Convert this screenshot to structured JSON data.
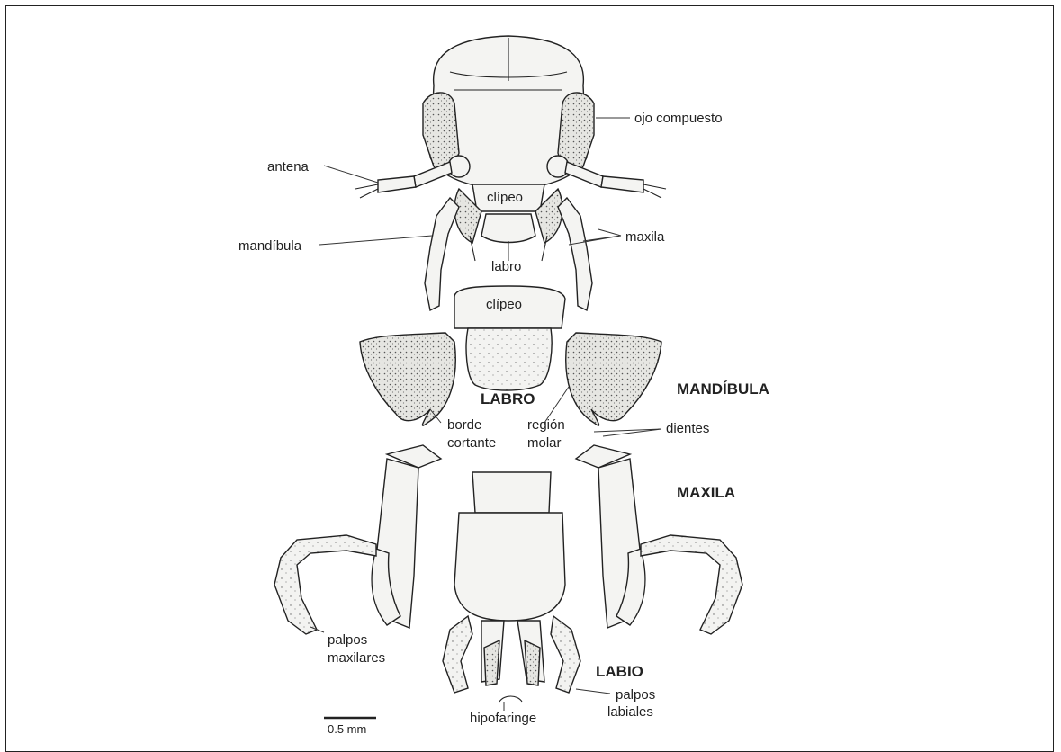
{
  "labels": {
    "ojo_compuesto": "ojo compuesto",
    "antena": "antena",
    "clipeo_top": "clípeo",
    "mandibula": "mandíbula",
    "maxila": "maxila",
    "labro": "labro",
    "clipeo_mid": "clípeo",
    "labro_bold": "LABRO",
    "mandibula_bold": "MANDÍBULA",
    "borde": "borde",
    "cortante": "cortante",
    "region": "región",
    "molar": "molar",
    "dientes": "dientes",
    "maxila_bold": "MAXILA",
    "palpos_max_1": "palpos",
    "palpos_max_2": "maxilares",
    "labio_bold": "LABIO",
    "palpos_lab_1": "palpos",
    "palpos_lab_2": "labiales",
    "hipofaringe": "hipofaringe",
    "scale": "0.5 mm"
  }
}
